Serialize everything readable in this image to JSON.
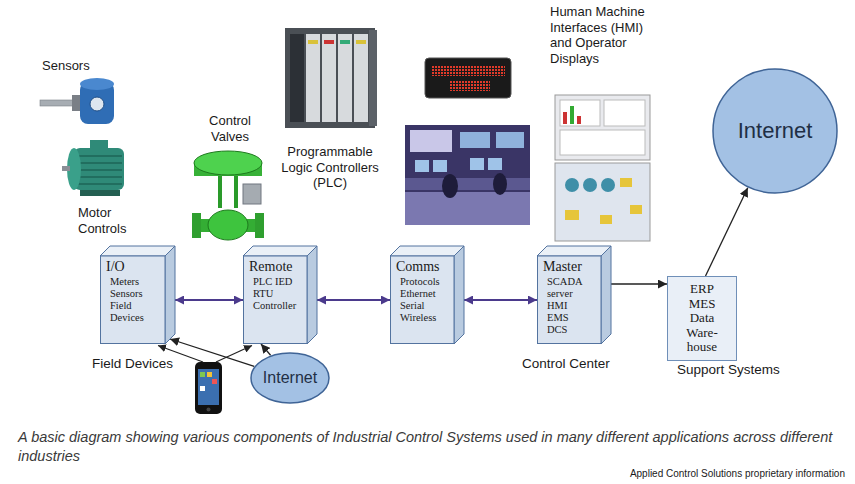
{
  "diagram": {
    "caption": "A basic diagram showing various components of Industrial Control Systems used in many different applications across different industries",
    "nodes": [
      {
        "text": [
          "I/O",
          "Meters Sensors Field Devices"
        ]
      },
      {
        "text": [
          "Remote",
          "PLC IED RTU Controller"
        ]
      },
      {
        "text": [
          "Comms",
          "Protocols Ethernet Serial Wireless"
        ]
      },
      {
        "text": [
          "Master",
          "SCADA server HMI EMS DCS"
        ]
      },
      {
        "text": [
          "ERP MES Data Ware- house"
        ]
      },
      {
        "text": [
          "Internet"
        ]
      },
      {
        "text": [
          "Internet"
        ]
      }
    ],
    "edges": [
      {
        "from": 0,
        "to": 1,
        "arrow": "both"
      },
      {
        "from": 1,
        "to": 2,
        "arrow": "both"
      },
      {
        "from": 2,
        "to": 3,
        "arrow": "both"
      },
      {
        "from": 3,
        "to": 4,
        "arrow": "to"
      },
      {
        "from": 4,
        "to": 5,
        "arrow": "to"
      },
      {
        "from": 6,
        "to": 0,
        "arrow": "to"
      },
      {
        "from": 6,
        "to": 1,
        "arrow": "to"
      }
    ],
    "labels": [
      "Sensors",
      "Motor Controls",
      "Control Valves",
      "Programmable Logic Controllers (PLC)",
      "Human Machine Interfaces (HMI) and Operator Displays",
      "Field Devices",
      "Control Center",
      "Support Systems",
      "Applied Control Solutions proprietary information"
    ]
  }
}
